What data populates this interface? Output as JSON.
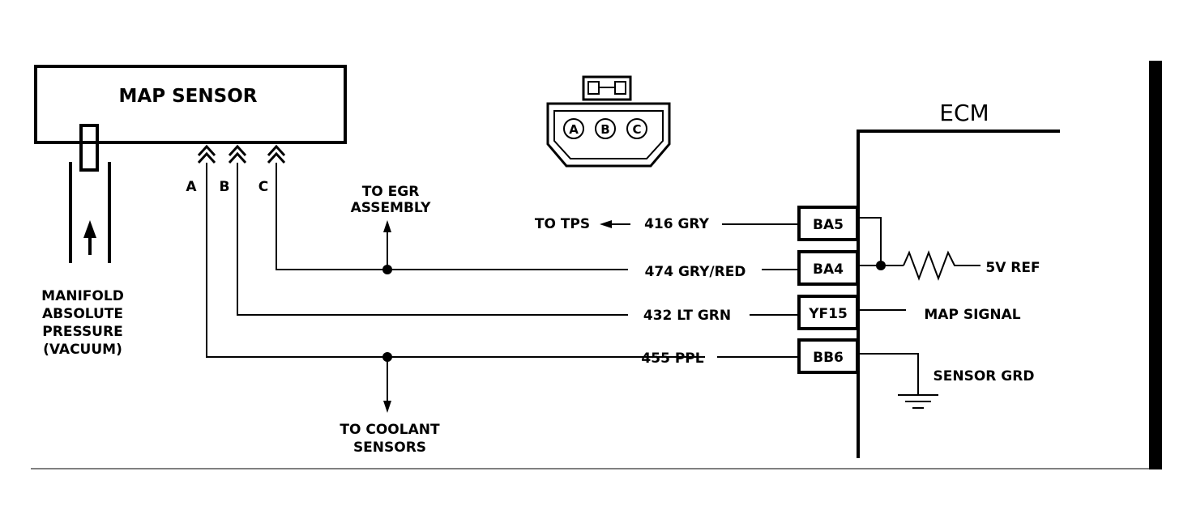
{
  "map_sensor": {
    "title": "MAP SENSOR"
  },
  "vacuum_label": [
    "MANIFOLD",
    "ABSOLUTE",
    "PRESSURE",
    "(VACUUM)"
  ],
  "pins": {
    "a": "A",
    "b": "B",
    "c": "C"
  },
  "connector_pins": [
    "A",
    "B",
    "C"
  ],
  "ecm": {
    "title": "ECM"
  },
  "to_egr": [
    "TO EGR",
    "ASSEMBLY"
  ],
  "to_coolant": [
    "TO COOLANT",
    "SENSORS"
  ],
  "to_tps": "TO TPS",
  "wires": {
    "w416": "416 GRY",
    "w474": "474 GRY/RED",
    "w432": "432 LT GRN",
    "w455": "455 PPL"
  },
  "terminals": {
    "ba5": "BA5",
    "ba4": "BA4",
    "yf15": "YF15",
    "bb6": "BB6"
  },
  "ecm_labels": {
    "ref": "5V REF",
    "signal": "MAP SIGNAL",
    "ground": "SENSOR GRD"
  }
}
